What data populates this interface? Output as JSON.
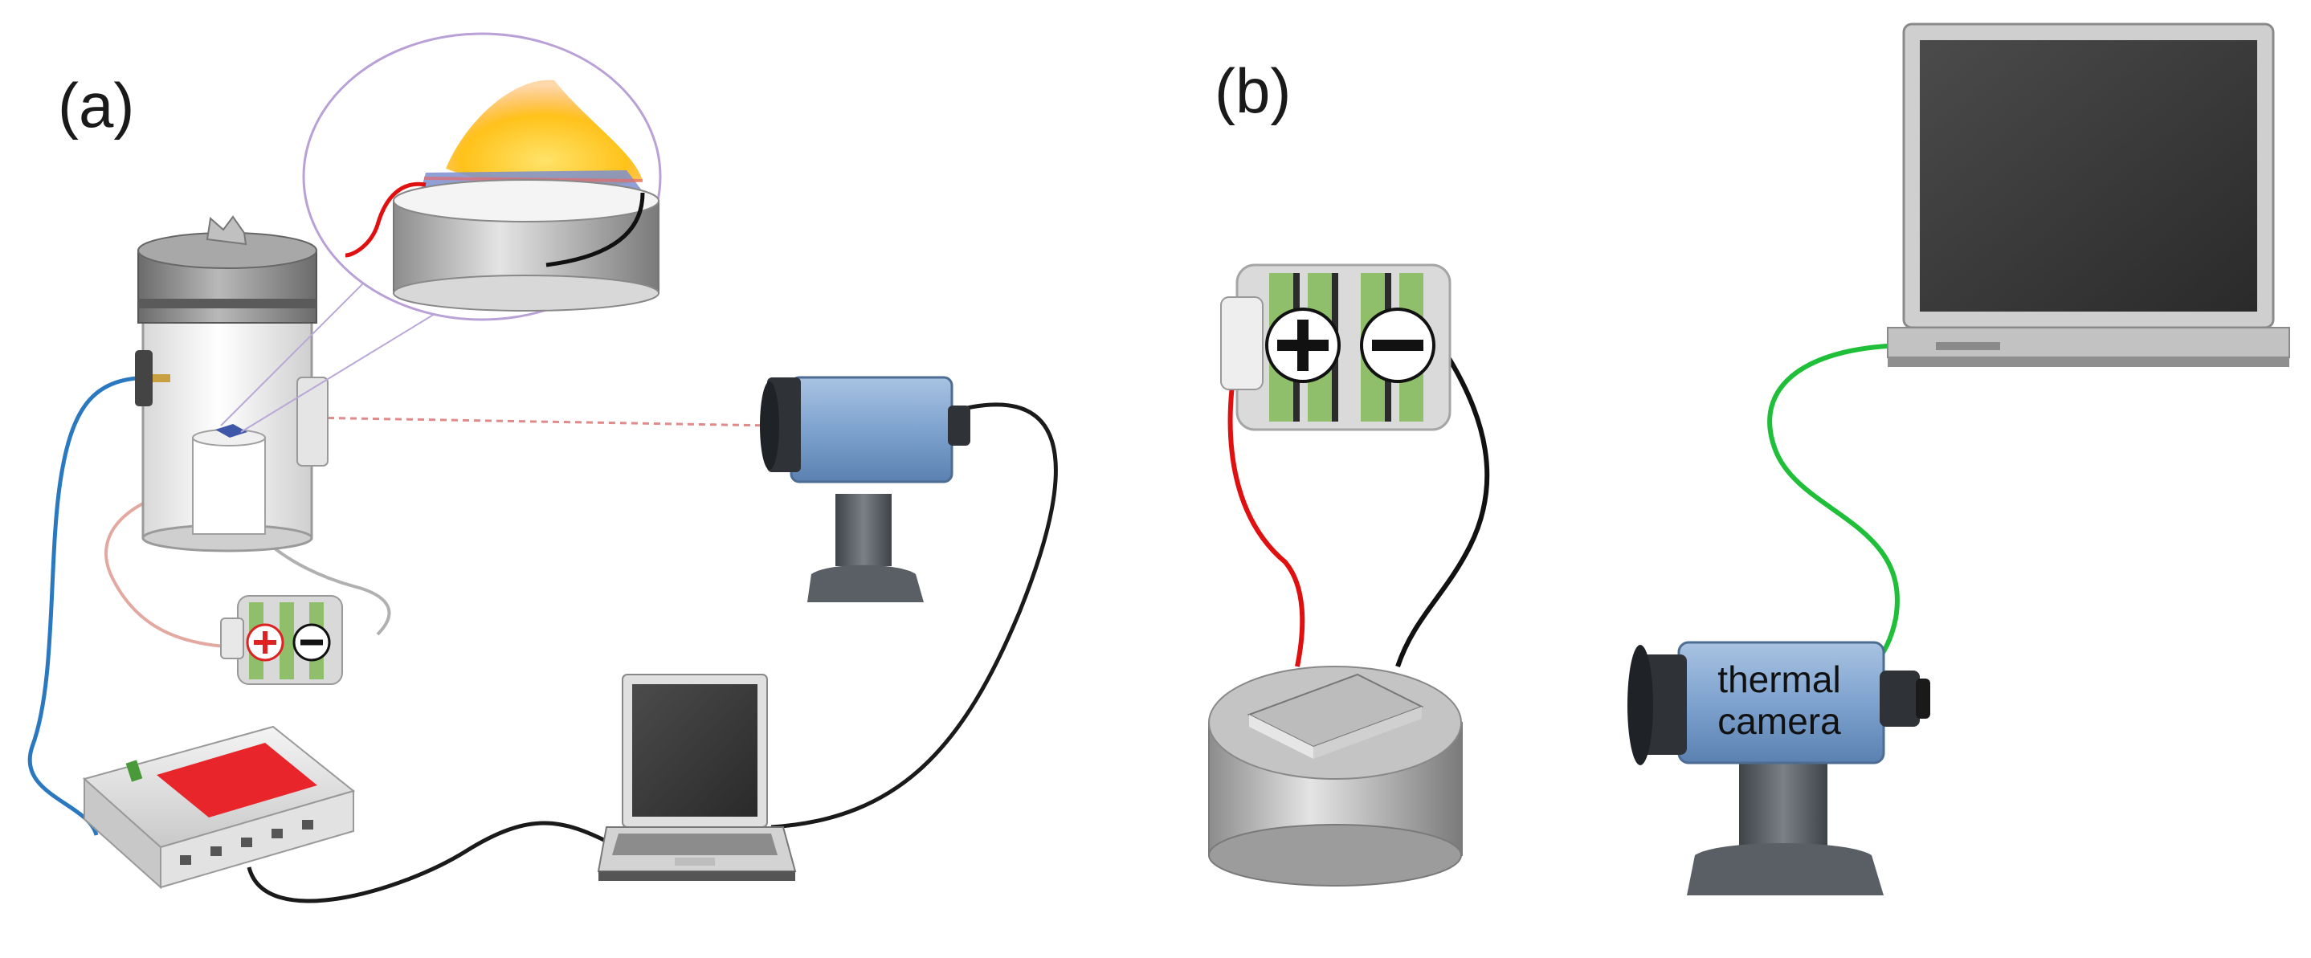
{
  "panels": {
    "a": {
      "label": "(a)"
    },
    "b": {
      "label": "(b)"
    }
  },
  "labels": {
    "camera_line1": "thermal",
    "camera_line2": "camera"
  },
  "colors": {
    "red_wire": "#e01010",
    "black_wire": "#111111",
    "green_wire": "#1fbf3a",
    "blue_wire": "#2a78c0",
    "camera_body": "#7ea3cf",
    "stand_gray": "#4a4f55",
    "battery_green": "#8fbf6a",
    "flame": "#ffc21a"
  },
  "icons": [
    "vacuum-chamber-icon",
    "magnified-sample-icon",
    "flame-icon",
    "battery-icon",
    "thermal-camera-icon",
    "laptop-icon",
    "controller-box-icon",
    "sample-stage-icon"
  ]
}
